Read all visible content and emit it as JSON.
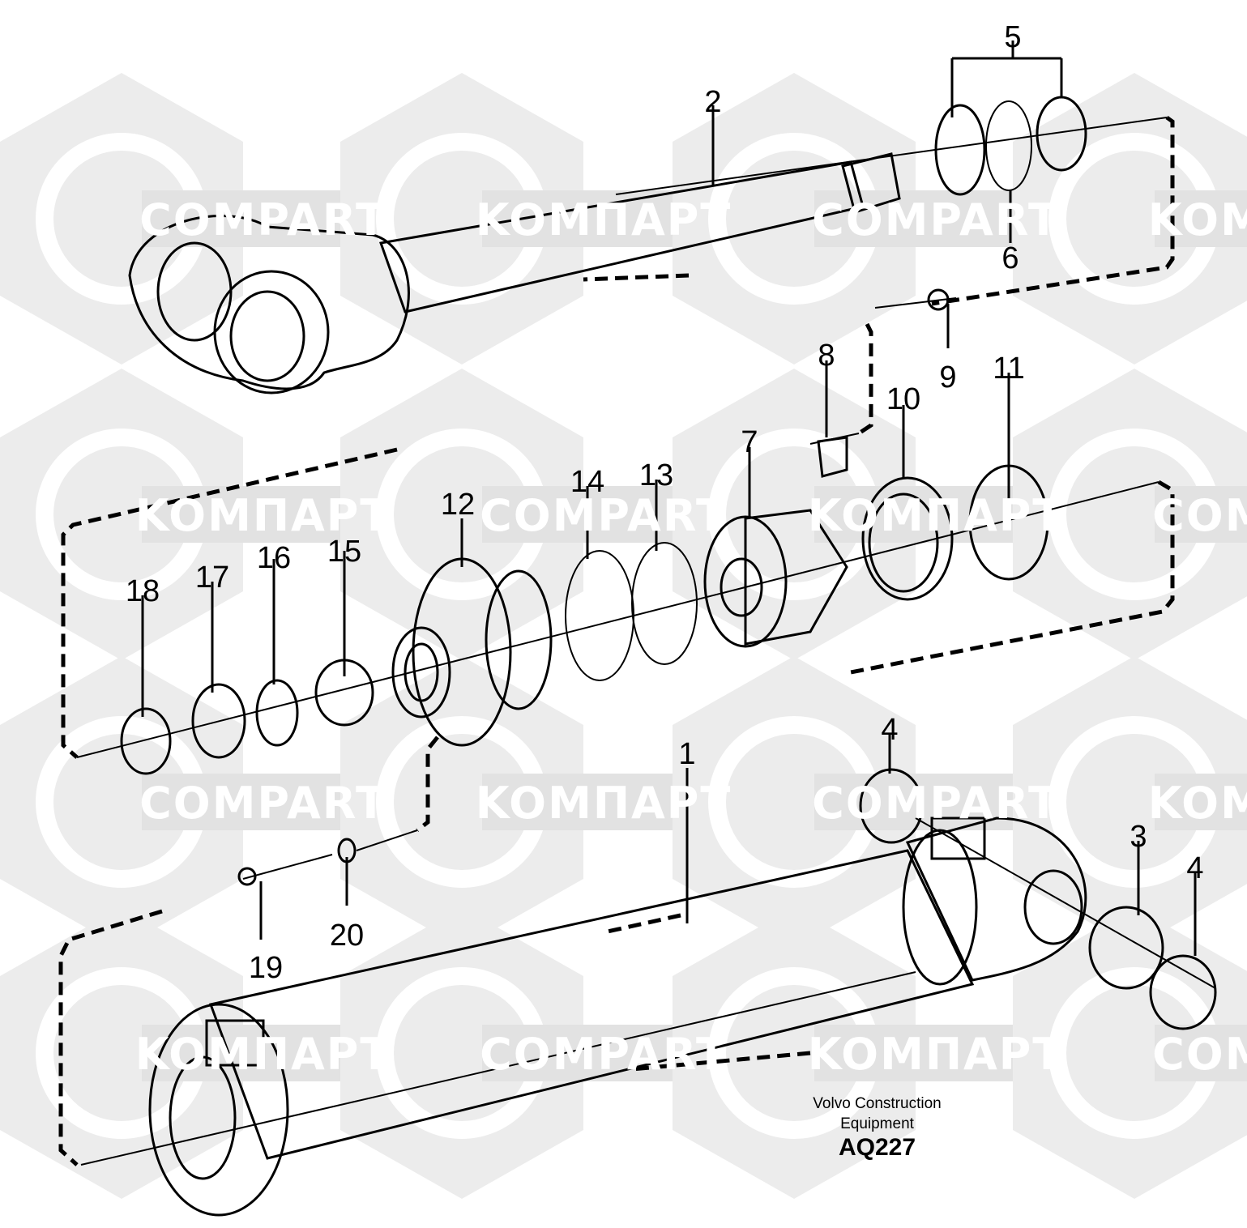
{
  "diagram": {
    "title": "Hydraulic cylinder exploded view",
    "part_labels": [
      "1",
      "2",
      "3",
      "4",
      "4",
      "5",
      "6",
      "7",
      "8",
      "9",
      "10",
      "11",
      "12",
      "13",
      "14",
      "15",
      "16",
      "17",
      "18",
      "19",
      "20"
    ]
  },
  "watermark": {
    "texts": [
      "COMPART",
      "KOMПАРТ"
    ],
    "color": "#e2e2e2"
  },
  "caption": {
    "line1": "Volvo Construction",
    "line2": "Equipment",
    "code": "AQ227"
  }
}
